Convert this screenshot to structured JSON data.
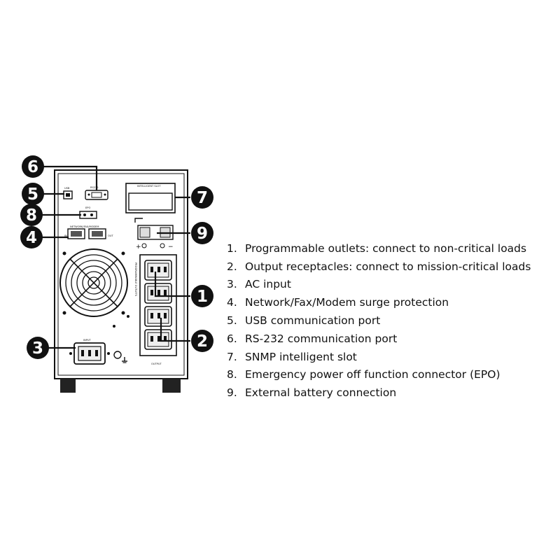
{
  "legend": [
    {
      "num": "1.",
      "text": "Programmable outlets: connect to non-critical loads"
    },
    {
      "num": "2.",
      "text": "Output receptacles: connect to mission-critical loads"
    },
    {
      "num": "3.",
      "text": "AC input"
    },
    {
      "num": "4.",
      "text": "Network/Fax/Modem surge protection"
    },
    {
      "num": "5.",
      "text": "USB communication port"
    },
    {
      "num": "6.",
      "text": "RS-232 communication port"
    },
    {
      "num": "7.",
      "text": "SNMP intelligent slot"
    },
    {
      "num": "8.",
      "text": "Emergency power off function connector (EPO)"
    },
    {
      "num": "9.",
      "text": "External battery connection"
    }
  ],
  "callouts": {
    "c1": "1",
    "c2": "2",
    "c3": "3",
    "c4": "4",
    "c5": "5",
    "c6": "6",
    "c7": "7",
    "c8": "8",
    "c9": "9"
  },
  "panel_labels": {
    "usb": "USB",
    "rs232": "RS232",
    "slot": "INTELLIGENT SLOT",
    "epo": "EPO",
    "network": "NETWORK/FAX/MODEM",
    "in": "IN",
    "out": "OUT",
    "programmable": "PROGRAMMABLE OUTLETS",
    "output": "OUTPUT",
    "input": "INPUT",
    "plus": "+",
    "minus": "−"
  },
  "colors": {
    "line": "#111111",
    "callout_fill": "#111111",
    "background": "#ffffff"
  }
}
